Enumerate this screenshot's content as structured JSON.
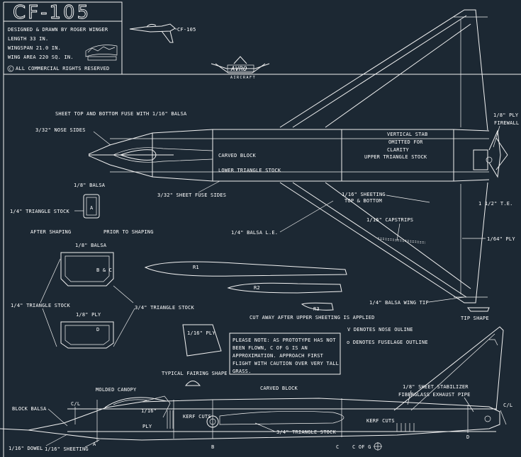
{
  "title_block": {
    "title": "CF-105",
    "designer": "DESIGNED & DRAWN BY ROGER WINGER",
    "length": "LENGTH 33 IN.",
    "wingspan": "WINGSPAN 21.0 IN.",
    "wing_area": "WING AREA 220 SQ. IN.",
    "rights": "ALL COMMERCIAL RIGHTS RESERVED"
  },
  "side_view_label": "CF-105",
  "logo": {
    "top": "AVRO",
    "bottom": "AIRCRAFT"
  },
  "top_view_notes": {
    "sheet_fuse": "SHEET TOP AND BOTTOM FUSE WITH 1/16\" BALSA",
    "nose_sides": "3/32\" NOSE SIDES",
    "carved_block": "CARVED BLOCK",
    "lower_triangle": "LOWER TRIANGLE STOCK",
    "upper_triangle": "UPPER TRIANGLE STOCK",
    "vertical_stab_1": "VERTICAL STAB",
    "vertical_stab_2": "OMITTED FOR",
    "vertical_stab_3": "CLARITY",
    "ply_firewall_1": "1/8\" PLY",
    "ply_firewall_2": "FIREWALL",
    "fuse_sides": "3/32\" SHEET FUSE SIDES",
    "sheeting_1": "1/16\" SHEETING",
    "sheeting_2": "TOP & BOTTOM",
    "te": "1 1/2\" T.E.",
    "capstrips": "1/16\" CAPSTRIPS",
    "le": "1/4\" BALSA L.E.",
    "ply_64": "1/64\" PLY",
    "wing_tip": "1/4\" BALSA WING TIP",
    "tip_shape": "TIP SHAPE"
  },
  "cross_sections": {
    "balsa_top": "1/8\" BALSA",
    "triangle_left": "1/4\" TRIANGLE STOCK",
    "section_a": "A",
    "after_shaping": "AFTER SHAPING",
    "prior_shaping": "PRIOR TO SHAPING",
    "balsa_mid": "1/8\" BALSA",
    "section_bc": "B & C",
    "triangle_low": "1/4\" TRIANGLE STOCK",
    "triangle_34": "3/4\" TRIANGLE STOCK",
    "ply": "1/8\" PLY",
    "section_d": "D"
  },
  "ribs": {
    "r1": "R1",
    "r2": "R2",
    "r3": "R3",
    "cut_away": "CUT AWAY AFTER UPPER SHEETING IS APPLIED"
  },
  "legend": {
    "nose": "V DENOTES NOSE OULINE",
    "fuselage": "o DENOTES FUSELAGE OUTLINE",
    "ply16": "1/16\" PLY"
  },
  "note": [
    "PLEASE NOTE: AS PROTOTYPE HAS NOT",
    "BEEN FLOWN, C OF G IS AN",
    "APPROXIMATION. APPROACH FIRST",
    "FLIGHT WITH CAUTION OVER VERY TALL",
    "GRASS."
  ],
  "side_view": {
    "fairing": "TYPICAL FAIRING SHAPE",
    "canopy": "MOLDED CANOPY",
    "carved_block": "CARVED BLOCK",
    "stabilizer": "1/8\" SHEET STABILIZER",
    "exhaust": "FIBERGLASS EXHAUST PIPE",
    "block_balsa": "BLOCK BALSA",
    "cl_left": "C/L",
    "cl_right": "C/L",
    "ply_1": "1/16\"",
    "ply_2": "PLY",
    "kerf_1": "KERF CUTS",
    "kerf_2": "KERF CUTS",
    "triangle": "3/4\" TRIANGLE STOCK",
    "dowel": "1/16\" DOWEL",
    "sheeting": "1/16\" SHEETING",
    "stations": {
      "a": "A",
      "b": "B",
      "c": "C",
      "d": "D"
    },
    "cog": "C OF G"
  }
}
